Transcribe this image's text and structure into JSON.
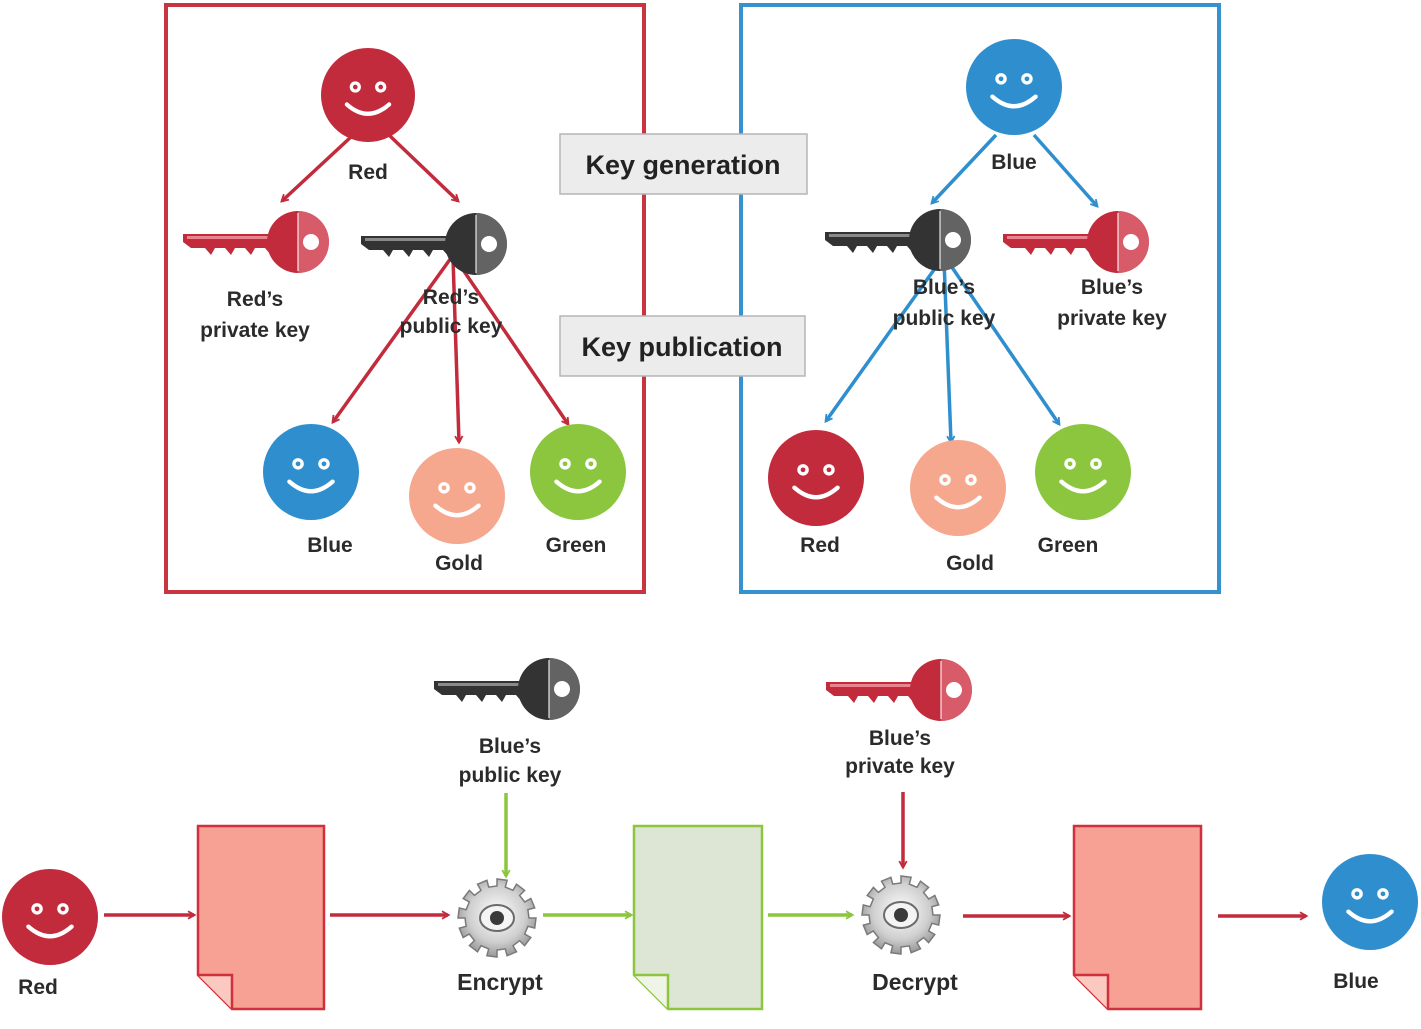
{
  "colors": {
    "red": "#c22b3c",
    "blue": "#2f8fce",
    "gold": "#f6a88f",
    "green": "#8cc63f",
    "key_dark": "#333333",
    "doc_red": "#f6a193",
    "doc_green": "#dde6d5",
    "box_red": "#c8343f",
    "box_blue": "#3592cf"
  },
  "stages": {
    "key_generation": "Key generation",
    "key_publication": "Key publication"
  },
  "red_panel": {
    "owner": "Red",
    "private_key": [
      "Red’s",
      "private key"
    ],
    "public_key": [
      "Red’s",
      "public key"
    ],
    "recipients": [
      "Blue",
      "Gold",
      "Green"
    ]
  },
  "blue_panel": {
    "owner": "Blue",
    "public_key": [
      "Blue’s",
      "public key"
    ],
    "private_key": [
      "Blue’s",
      "private key"
    ],
    "recipients": [
      "Red",
      "Gold",
      "Green"
    ]
  },
  "flow": {
    "sender": "Red",
    "encrypt_key": [
      "Blue’s",
      "public key"
    ],
    "encrypt": "Encrypt",
    "decrypt_key": [
      "Blue’s",
      "private key"
    ],
    "decrypt": "Decrypt",
    "receiver": "Blue"
  }
}
